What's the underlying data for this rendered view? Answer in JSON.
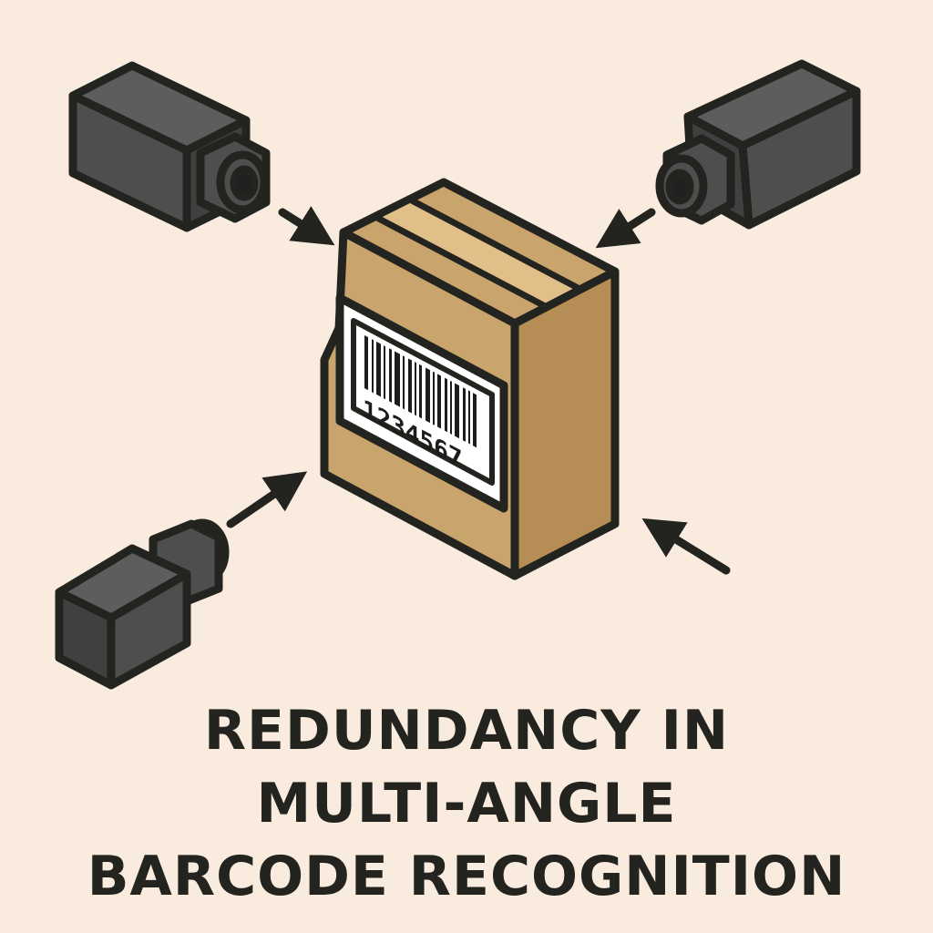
{
  "title_lines": [
    "REDUNDANCY IN",
    "MULTI-ANGLE",
    "BARCODE RECOGNITION"
  ],
  "barcode": {
    "number": "1234567"
  },
  "colors": {
    "background": "#f9ecde",
    "camera_body": "#4d4f4f",
    "box_front": "#c9a46c",
    "box_side": "#b68d54",
    "tape": "#e0bf88",
    "outline": "#23241f"
  },
  "cameras": [
    {
      "position": "top-left",
      "icon": "camera-icon"
    },
    {
      "position": "top-right",
      "icon": "camera-icon"
    },
    {
      "position": "bottom-left",
      "icon": "camera-icon"
    }
  ]
}
